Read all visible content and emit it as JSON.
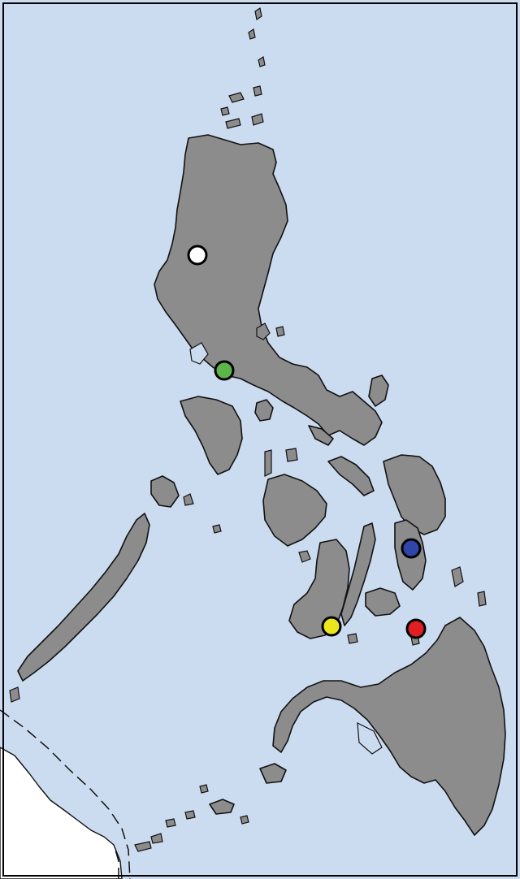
{
  "map": {
    "colors": {
      "sea": "#ccdcf0",
      "land": "#8c8c8c",
      "foreign_land": "#ffffff",
      "outline": "#111111",
      "frame": "#000000"
    },
    "markers": [
      {
        "id": "white",
        "color": "#ffffff"
      },
      {
        "id": "green",
        "color": "#5cb54a"
      },
      {
        "id": "blue",
        "color": "#2f45a8"
      },
      {
        "id": "yellow",
        "color": "#ece61c"
      },
      {
        "id": "red",
        "color": "#e01e24"
      }
    ]
  }
}
